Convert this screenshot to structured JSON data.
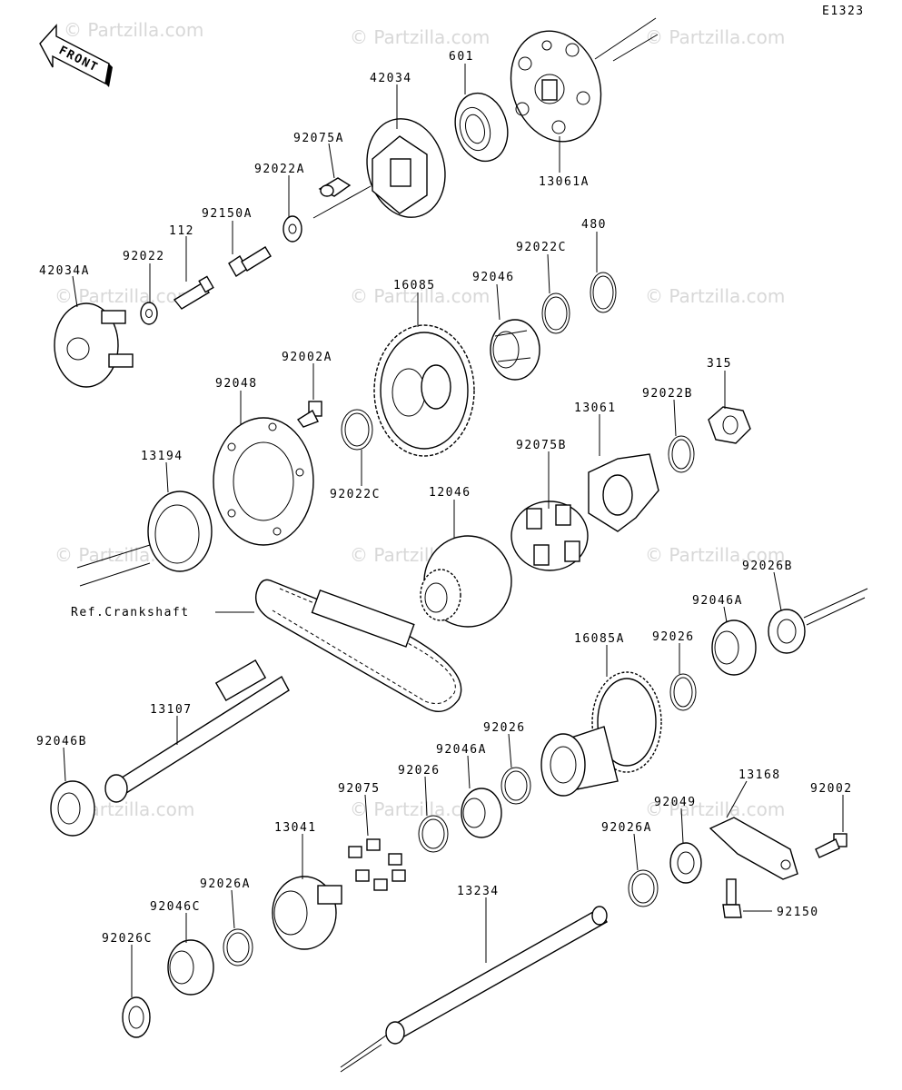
{
  "figure_code": "E1323",
  "front_arrow_text": "FRONT",
  "ref_text": "Ref.Crankshaft",
  "watermark": "© Partzilla.com",
  "labels": {
    "p42034": "42034",
    "p601": "601",
    "p92075A": "92075A",
    "p92022A": "92022A",
    "p92150A": "92150A",
    "p112": "112",
    "p92022": "92022",
    "p42034A": "42034A",
    "p13061A": "13061A",
    "p480": "480",
    "p92022C": "92022C",
    "p92046": "92046",
    "p16085": "16085",
    "p92002A": "92002A",
    "p92048": "92048",
    "p315": "315",
    "p92022B": "92022B",
    "p13061": "13061",
    "p92075B": "92075B",
    "p92022C_b": "92022C",
    "p13194": "13194",
    "p12046": "12046",
    "p92026B": "92026B",
    "p92046A": "92046A",
    "p92026": "92026",
    "p16085A": "16085A",
    "p13107": "13107",
    "p92046B": "92046B",
    "p92026_b": "92026",
    "p92046A_b": "92046A",
    "p92026_c": "92026",
    "p92075": "92075",
    "p13168": "13168",
    "p92002": "92002",
    "p92049": "92049",
    "p92026A": "92026A",
    "p13041": "13041",
    "p92026A_b": "92026A",
    "p92046C": "92046C",
    "p92026C": "92026C",
    "p92150": "92150",
    "p13234": "13234"
  }
}
